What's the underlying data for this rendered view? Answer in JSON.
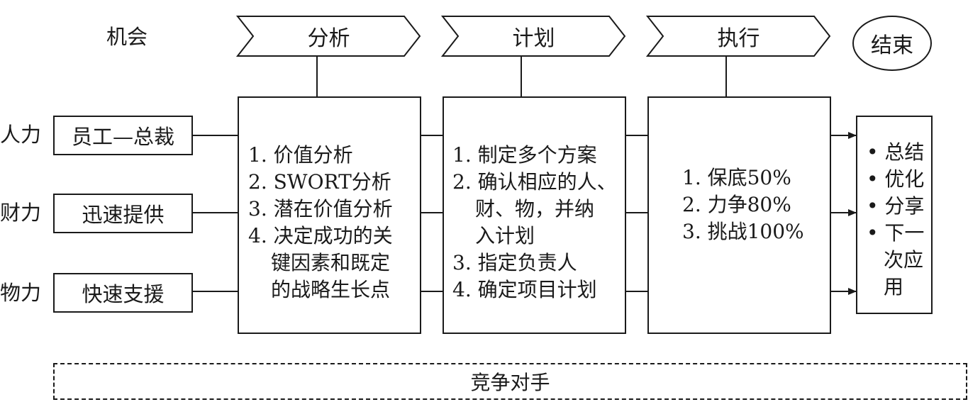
{
  "header": {
    "opportunity": "机会",
    "phases": [
      "分析",
      "计划",
      "执行"
    ],
    "end": "结束"
  },
  "resources": [
    {
      "label": "人力",
      "item": "员工—总裁"
    },
    {
      "label": "财力",
      "item": "迅速提供"
    },
    {
      "label": "物力",
      "item": "快速支援"
    }
  ],
  "analysis": {
    "lines": [
      "1. 价值分析",
      "2. SWORT分析",
      "3. 潜在价值分析",
      "4. 决定成功的关",
      "键因素和既定",
      "的战略生长点"
    ]
  },
  "plan": {
    "lines": [
      "1. 制定多个方案",
      "2. 确认相应的人、",
      "财、物，并纳",
      "入计划",
      "3. 指定负责人",
      "4. 确定项目计划"
    ]
  },
  "execution": {
    "lines": [
      "1. 保底50%",
      "2. 力争80%",
      "3. 挑战100%"
    ]
  },
  "summary": {
    "lines": [
      "• 总结",
      "• 优化",
      "• 分享",
      "• 下一",
      "次应",
      "用"
    ]
  },
  "footer": {
    "competitor": "竞争对手"
  }
}
